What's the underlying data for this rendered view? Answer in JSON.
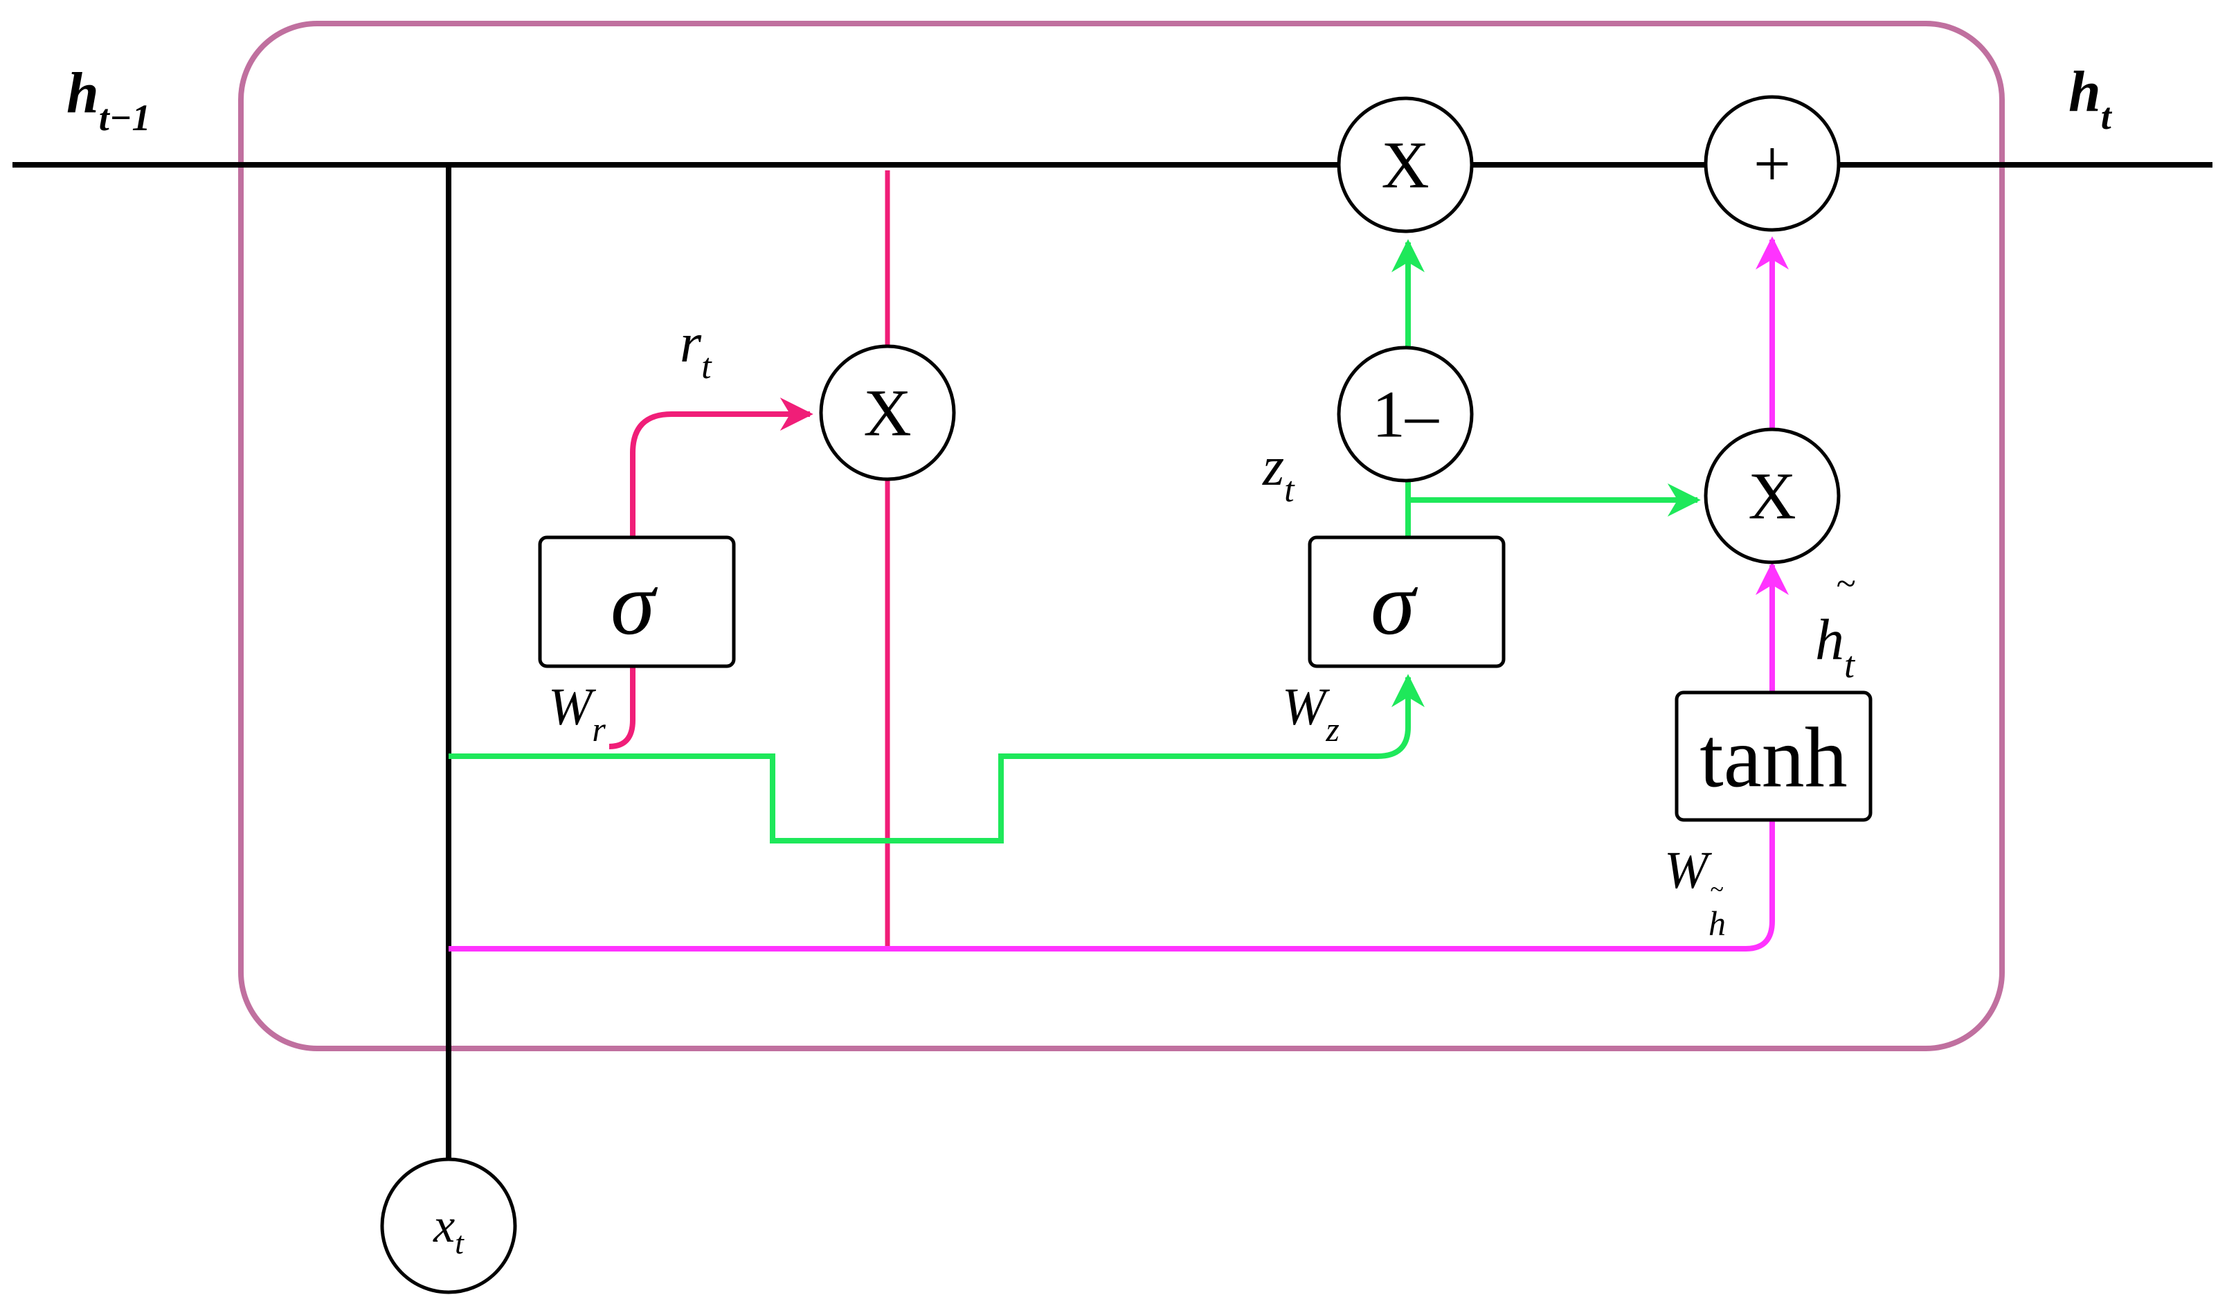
{
  "colors": {
    "frame": "#c0709f",
    "black": "#000000",
    "reset": "#f01e78",
    "update": "#1ee85a",
    "candidate": "#ff33ff"
  },
  "labels": {
    "h_prev": {
      "base": "h",
      "sub": "t−1"
    },
    "h_out": {
      "base": "h",
      "sub": "t"
    },
    "x_in": {
      "base": "x",
      "sub": "t"
    },
    "r_t": {
      "base": "r",
      "sub": "t"
    },
    "z_t": {
      "base": "z",
      "sub": "t"
    },
    "h_tilde": {
      "tilde": "~",
      "base": "h",
      "sub": "t"
    },
    "w_r": {
      "base": "W",
      "sub": "r"
    },
    "w_z": {
      "base": "W",
      "sub": "z"
    },
    "w_h": {
      "base": "W",
      "sub_tilde": "~",
      "sub": "h"
    }
  },
  "operators": {
    "reset_mult": "X",
    "top_mult": "X",
    "add": "+",
    "one_minus": "1–",
    "cand_mult": "X"
  },
  "boxes": {
    "sigma_r": "σ",
    "sigma_z": "σ",
    "tanh": "tanh"
  }
}
